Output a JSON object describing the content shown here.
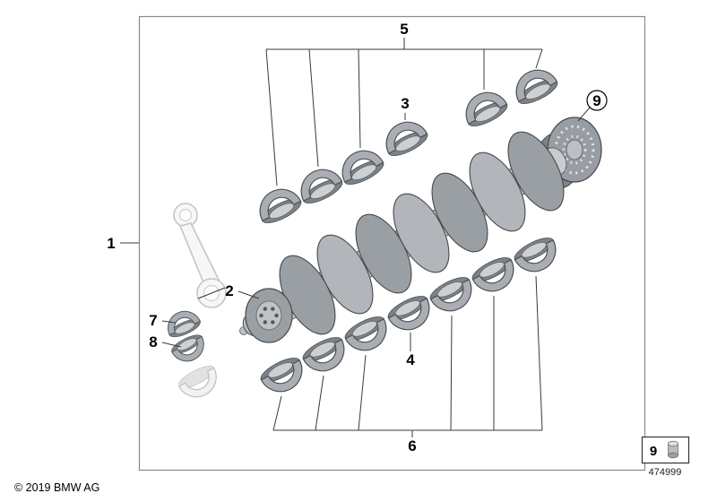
{
  "callouts": {
    "c1": "1",
    "c2": "2",
    "c3": "3",
    "c4": "4",
    "c5": "5",
    "c6": "6",
    "c7": "7",
    "c8": "8",
    "c9": "9"
  },
  "legend": {
    "callout": "9",
    "icon": "bolt-cylinder-icon",
    "part_number": "474999"
  },
  "footer": {
    "copyright": "© 2019 BMW AG"
  },
  "colors": {
    "leader_line": "#3a3a3a",
    "metal": "#aaaeb3",
    "metal_dark": "#7d8287",
    "frame": "#8a8a8a"
  }
}
